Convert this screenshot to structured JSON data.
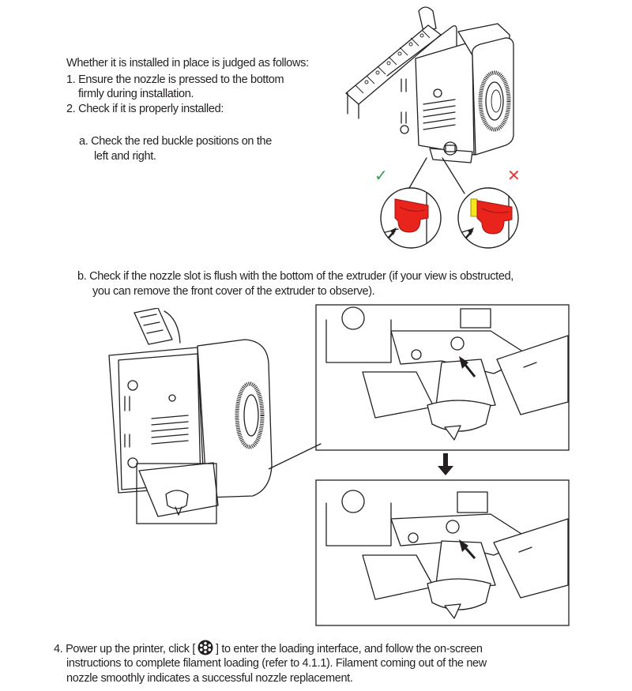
{
  "intro": {
    "heading": "Whether it is installed in place is judged as follows:",
    "step1_line1": "1. Ensure the nozzle is pressed to the bottom",
    "step1_line2": "firmly during installation.",
    "step2": "2. Check if it is properly installed:",
    "step2a_line1": "a. Check the red buckle positions on the",
    "step2a_line2": "left and right."
  },
  "check_marks": {
    "correct_symbol": "✓",
    "correct_color": "#2e9e4f",
    "wrong_symbol": "✕",
    "wrong_color": "#e23c3c",
    "buckle_color": "#e8241c",
    "gap_color": "#f5e51b"
  },
  "step2b": {
    "line1": "b. Check if the nozzle slot is flush with the bottom of the extruder (if your view is obstructed,",
    "line2": "you can remove the front cover of the extruder to observe)."
  },
  "step4": {
    "line1_before_icon": "4. Power up the printer, click [",
    "icon": "filament-loading-icon",
    "line1_after_icon": "] to enter the loading interface, and follow the on-screen",
    "line2": "instructions to complete filament loading (refer to 4.1.1). Filament coming out of the new",
    "line3": "nozzle smoothly indicates a successful nozzle replacement."
  }
}
